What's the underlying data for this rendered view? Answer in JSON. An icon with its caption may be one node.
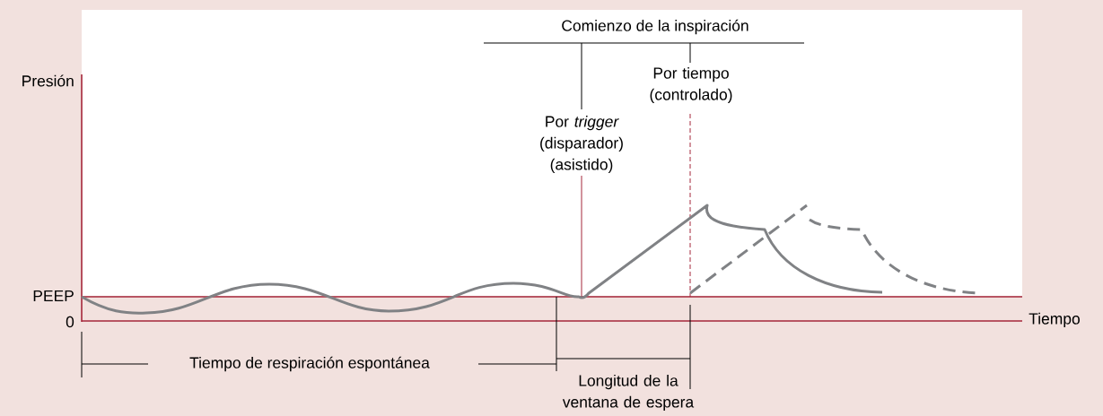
{
  "diagram": {
    "labels": [
      "Comienzo de la inspiración",
      "Presión",
      "Por tiempo (controlado)",
      "Por *trigger* (disparador) (asistido)",
      "PEEP",
      "0",
      "Tiempo",
      "Tiempo de respiración espontánea",
      "Longitud de la ventana de espera"
    ]
  }
}
